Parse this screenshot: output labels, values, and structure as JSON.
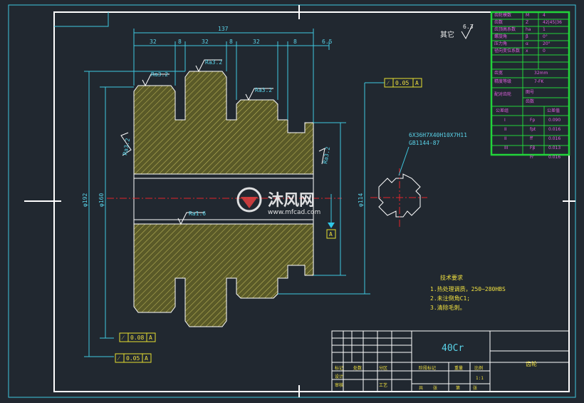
{
  "dims": {
    "total": "137",
    "d1": "32",
    "d2": "8",
    "d3": "32",
    "d4": "8",
    "d5": "32",
    "d6": "8",
    "d7": "6.5"
  },
  "roughness": {
    "ra_top1": "Ra3.2",
    "ra_top2": "Ra3.2",
    "ra_mid": "Ra3.2",
    "ra_left": "Ra3.2",
    "ra_right": "Ra3.2",
    "ra_bore": "Ra1.6"
  },
  "tolerance": {
    "top": "0.05",
    "top_ref": "A",
    "bottom1": "0.08",
    "bottom1_ref": "A",
    "bottom2": "0.05",
    "bottom2_ref": "A",
    "datum": "A"
  },
  "diameters": {
    "d192": "φ192",
    "d160": "φ160",
    "d114": "φ114"
  },
  "other_roughness": {
    "label": "其它",
    "value": "6.3"
  },
  "spline_note": {
    "line1": "6X36H7X40H10X7H11",
    "line2": "GB1144-87"
  },
  "tech_req": {
    "title": "技术要求",
    "items": [
      "1.热处理调质，250~280HBS",
      "2.未注倒角C1;",
      "3.清除毛刺。"
    ]
  },
  "param_table": {
    "rows": [
      {
        "name": "齿轮模数",
        "sym": "M",
        "val": "4"
      },
      {
        "name": "齿数",
        "sym": "Z",
        "val": "42|45|36"
      },
      {
        "name": "齿顶高系数",
        "sym": "ha",
        "val": "1"
      },
      {
        "name": "螺旋角",
        "sym": "β",
        "val": "0°"
      },
      {
        "name": "压力角",
        "sym": "α",
        "val": "20°"
      },
      {
        "name": "径向变位系数",
        "sym": "x",
        "val": "0"
      },
      {
        "name": "齿宽",
        "sym": "",
        "val": "32mm"
      },
      {
        "name": "精度等级",
        "sym": "",
        "val": "7-FK"
      }
    ],
    "pair_label": "配对齿轮",
    "pair_sub1": "图号",
    "pair_sub2": "齿数",
    "tol_header": [
      "公差组",
      "",
      "公差值"
    ],
    "tol_rows": [
      {
        "g": "I",
        "s": "Fp",
        "v": "0.090"
      },
      {
        "g": "II",
        "s": "fpt",
        "v": "0.016"
      },
      {
        "g": "II",
        "s": "ff",
        "v": "0.016"
      },
      {
        "g": "III",
        "s": "Fβ",
        "v": "0.013"
      },
      {
        "g": "",
        "s": "Fr",
        "v": "0.016"
      }
    ]
  },
  "title_block": {
    "material": "40Cr",
    "name": "齿轮",
    "cells": [
      "标记",
      "处数",
      "分区",
      "设计",
      "审核",
      "工艺",
      "阶段标记",
      "重量",
      "比例",
      "共",
      "张",
      "第",
      "张",
      "1:1"
    ]
  },
  "watermark": {
    "brand": "沐风网",
    "url": "www.mfcad.com"
  }
}
